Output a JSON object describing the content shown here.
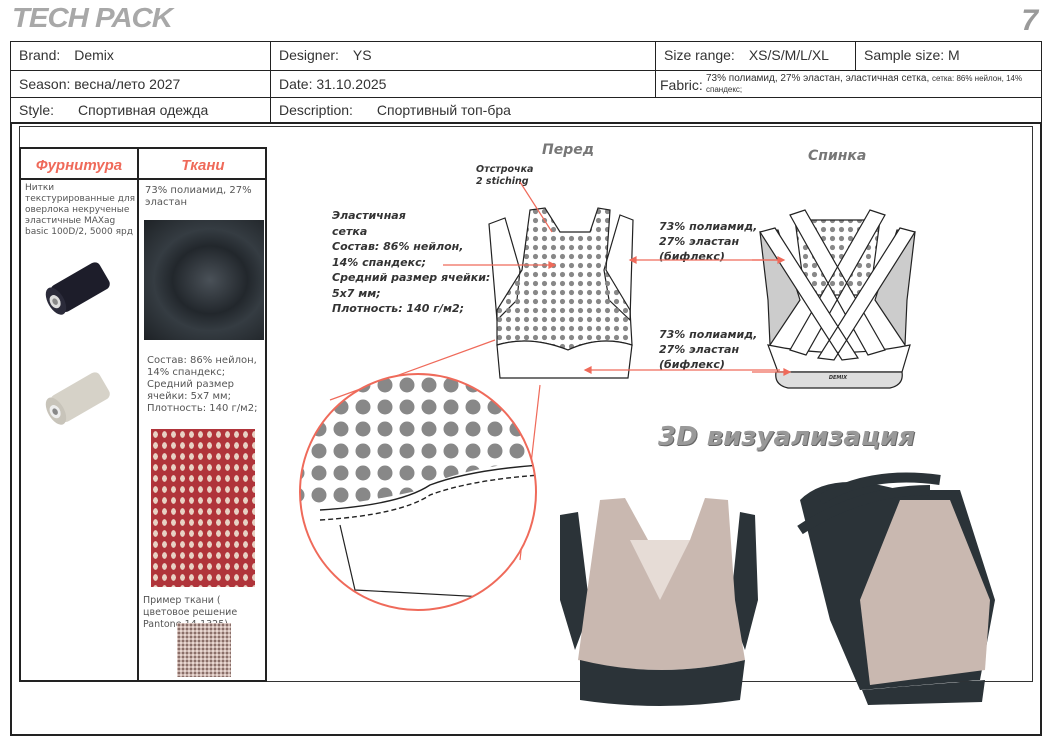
{
  "header": {
    "title": "TECH PACK",
    "page_number": "7"
  },
  "info": {
    "brand_label": "Brand:",
    "brand": "Demix",
    "designer_label": "Designer:",
    "designer": "YS",
    "size_range_label": "Size range:",
    "size_range": "XS/S/M/L/XL",
    "sample_size_label": "Sample size:",
    "sample_size": "M",
    "season_label": "Season:",
    "season": "весна/лето 2027",
    "date_label": "Date:",
    "date": "31.10.2025",
    "fabric_label": "Fabric:",
    "fabric": "73% полиамид, 27% эластан, эластичная сетка,",
    "fabric_small": "сетка: 86% нейлон, 14% спандекс;",
    "style_label": "Style:",
    "style": "Спортивная одежда",
    "description_label": "Description:",
    "description": "Спортивный топ-бра"
  },
  "materials": {
    "trims_header": "Фурнитура",
    "fabrics_header": "Ткани",
    "thread": "Нитки текстурированные для оверлока некрученые эластичные MAXag basic 100D/2, 5000 ярд",
    "fabric1": "73% полиамид, 27% эластан",
    "fabric2": "Состав: 86% нейлон, 14% спандекс; Средний размер ячейки: 5х7 мм; Плотность: 140 г/м2;",
    "sample_note": "Пример ткани ( цветовое решение Pantone 14-1325)"
  },
  "sketch": {
    "front_label": "Перед",
    "back_label": "Спинка",
    "stitching": "Отстрочка\n2 stiching",
    "mesh_note": [
      "Эластичная",
      "сетка",
      "Состав: 86% нейлон,",
      "14% спандекс;",
      "Средний размер ячейки:",
      "5х7 мм;",
      "Плотность: 140 г/м2;"
    ],
    "fabric_note1": "73% полиамид,\n27% эластан\n(бифлекс)",
    "fabric_note2": "73% полиамид,\n27% эластан\n(бифлекс)",
    "logo": "DEMIX"
  },
  "viz": {
    "title": "3D визуализация"
  },
  "colors": {
    "accent": "#ef6a5a",
    "mesh": "#c9b8b0",
    "dark": "#2b3338",
    "red_mesh": "#b0343a"
  }
}
